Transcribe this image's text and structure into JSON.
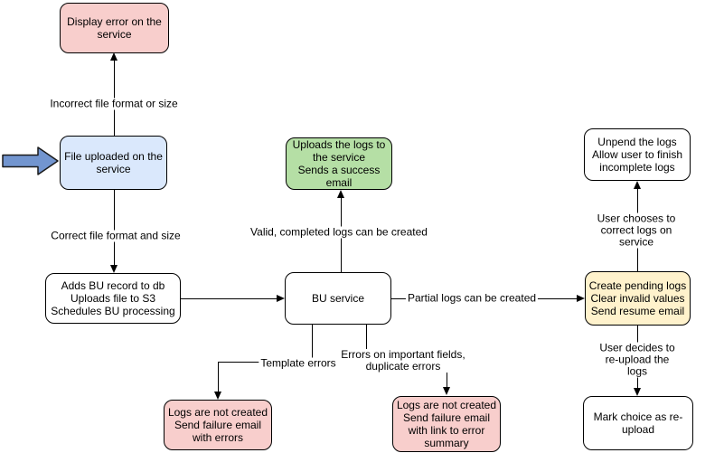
{
  "diagram": {
    "nodes": {
      "display_error": {
        "text": "Display error on the\nservice",
        "fill": "#F8CECC"
      },
      "file_uploaded": {
        "text": "File uploaded on the\nservice",
        "fill": "#DAE8FC"
      },
      "adds_bu": {
        "text": "Adds BU record to db\nUploads file to S3\nSchedules BU processing",
        "fill": "#FFFFFF"
      },
      "bu_service": {
        "text": "BU service",
        "fill": "#FFFFFF"
      },
      "uploads_logs": {
        "text": "Uploads the logs to\nthe service\nSends a success\nemail",
        "fill": "#B5DFA5"
      },
      "create_pending": {
        "text": "Create pending logs\nClear invalid values\nSend resume email",
        "fill": "#FFF2CC"
      },
      "unpend_logs": {
        "text": "Unpend the logs\nAllow user to finish\nincomplete logs",
        "fill": "#FFFFFF"
      },
      "mark_choice": {
        "text": "Mark choice as re-\nupload",
        "fill": "#FFFFFF"
      },
      "logs_not_created_errors": {
        "text": "Logs are not created\nSend failure email\nwith errors",
        "fill": "#F8CECC"
      },
      "logs_not_created_summary": {
        "text": "Logs are not created\nSend failure email\nwith link to error\nsummary",
        "fill": "#F8CECC"
      }
    },
    "labels": {
      "incorrect_format": "Incorrect file format or size",
      "correct_format": "Correct file format and size",
      "valid_logs": "Valid, completed logs can be created",
      "partial_logs": "Partial logs can be created",
      "template_errors": "Template errors",
      "important_errors": "Errors on important fields,\nduplicate errors",
      "user_correct": "User chooses to correct logs on service",
      "user_reupload": "User decides to re-upload the logs"
    },
    "colors": {
      "node_border": "#000000",
      "pink_fill": "#F8CECC",
      "blue_fill": "#DAE8FC",
      "green_fill": "#B5DFA5",
      "yellow_fill": "#FFF2CC",
      "white_fill": "#FFFFFF",
      "connector": "#000000",
      "start_arrow_fill": "#7295CF"
    }
  }
}
